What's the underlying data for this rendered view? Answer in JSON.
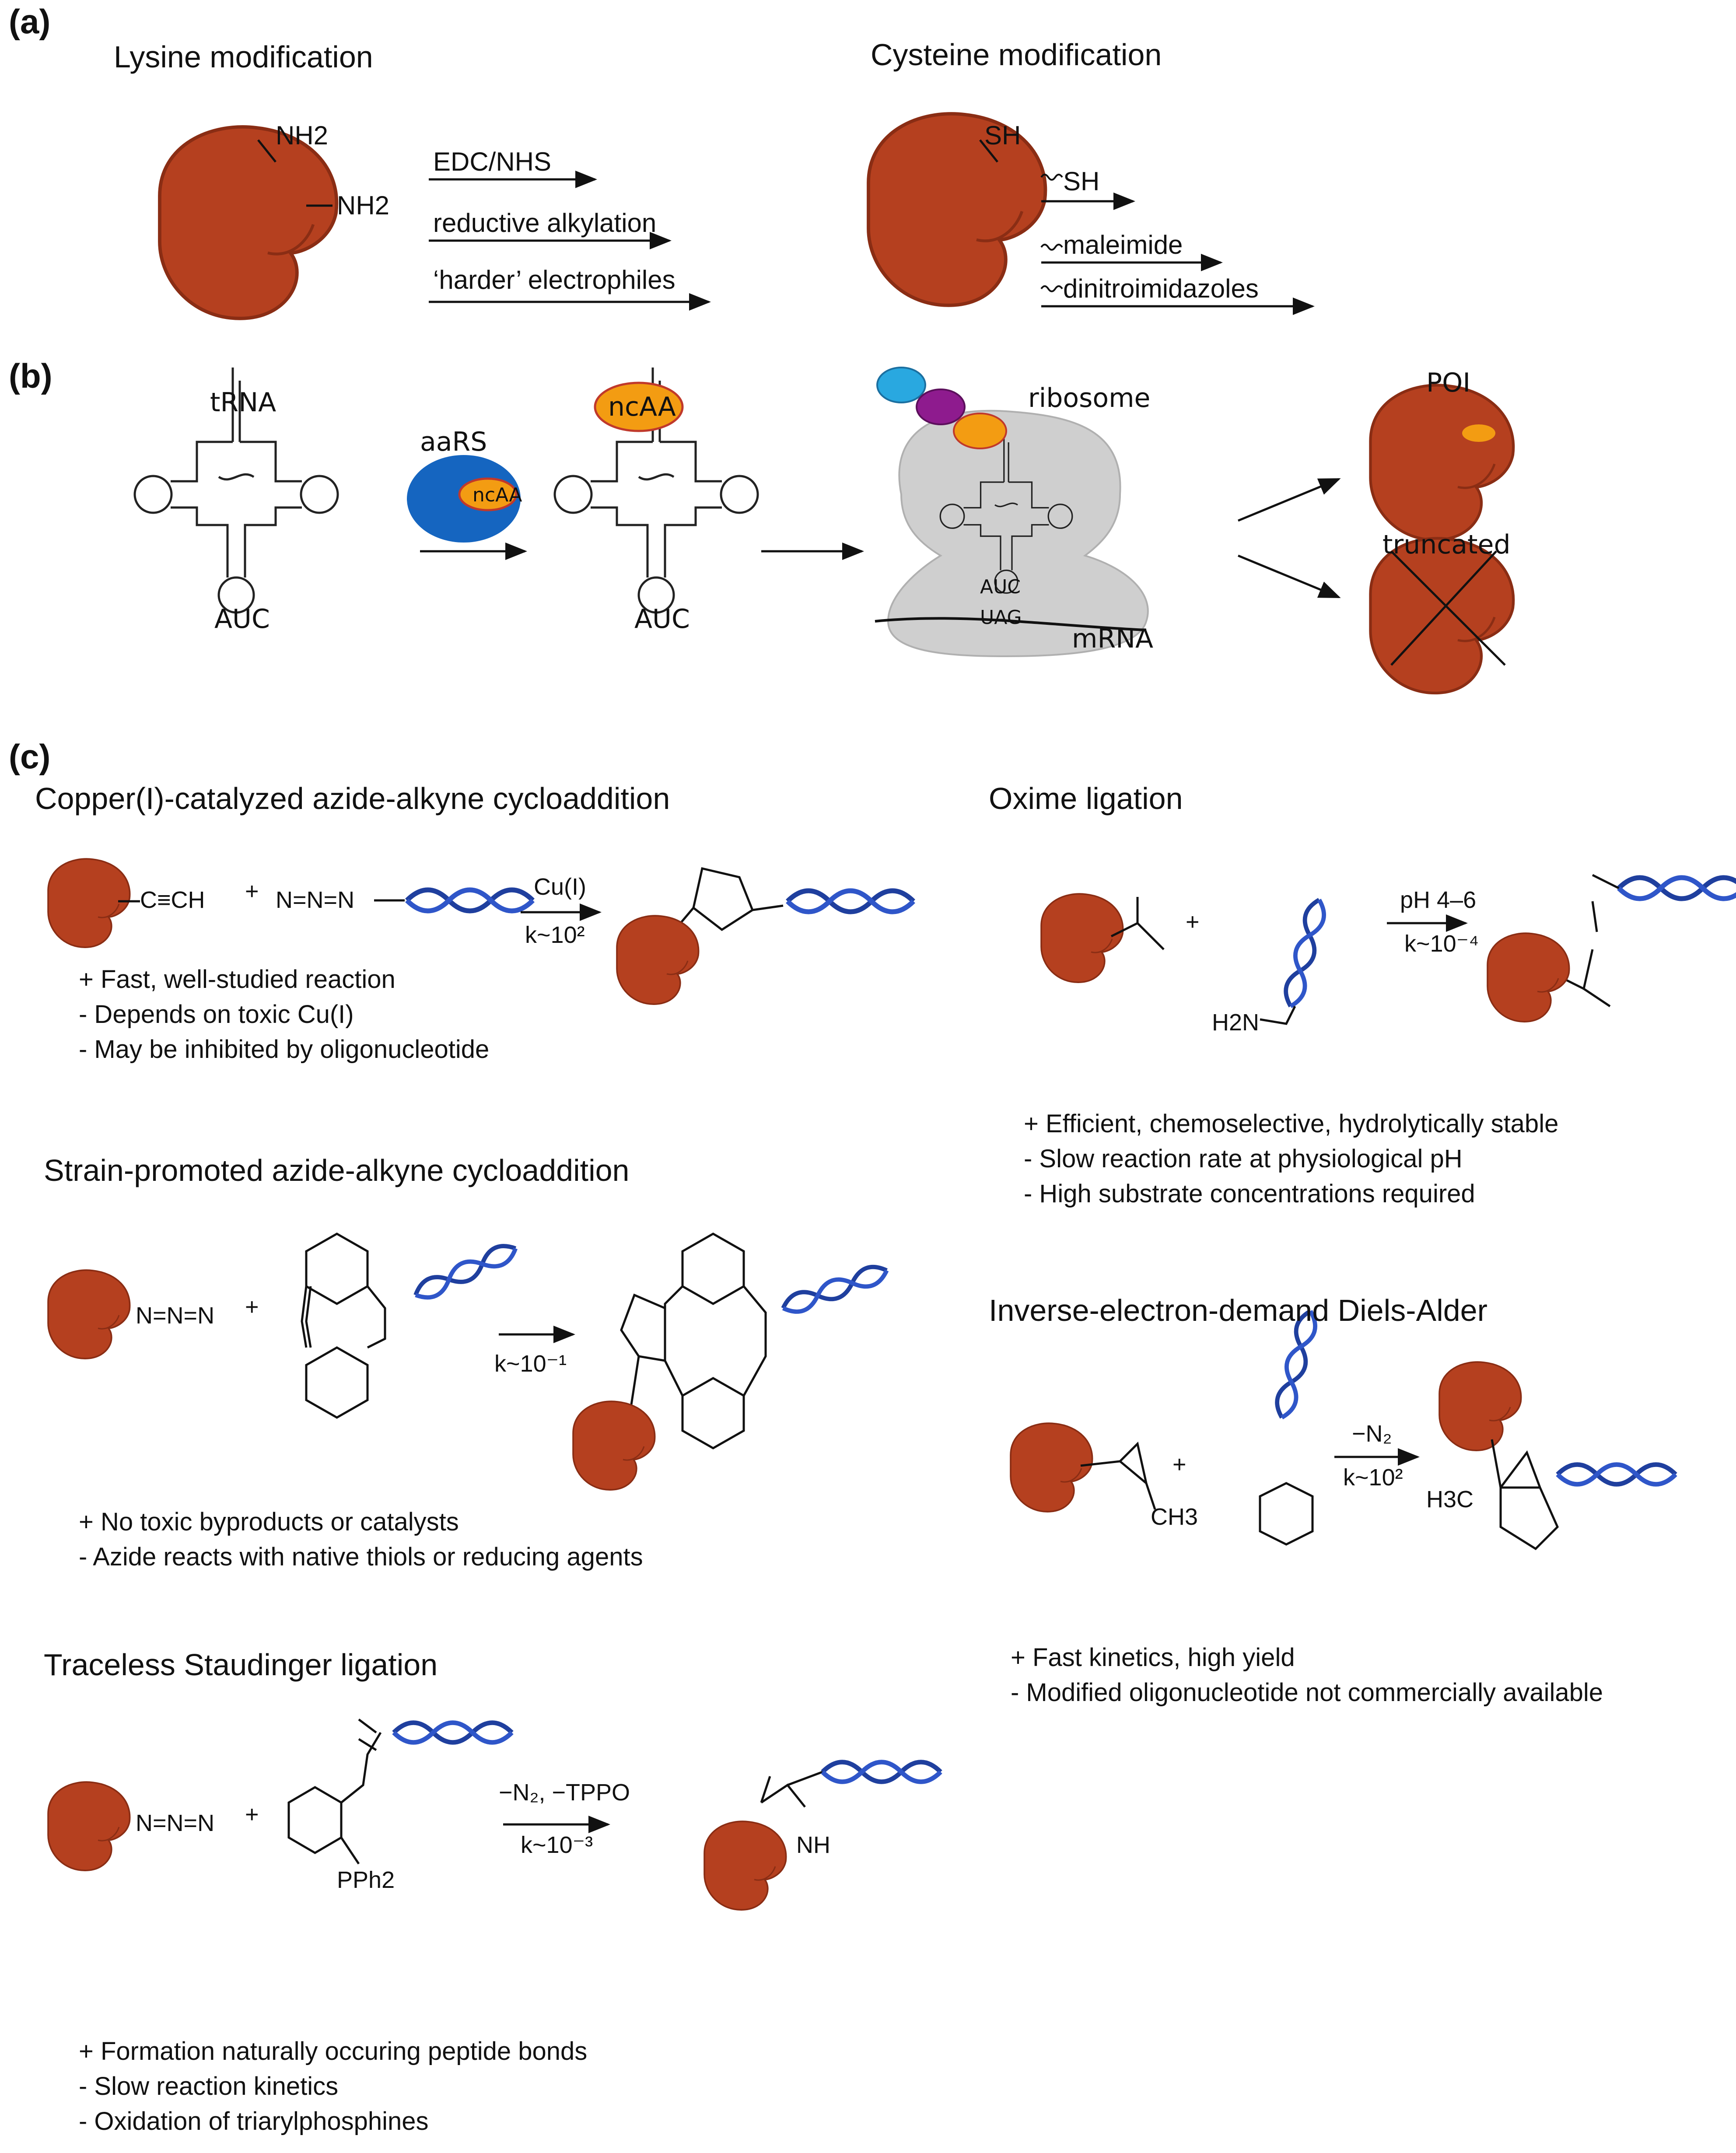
{
  "panels": {
    "a": "(a)",
    "b": "(b)",
    "c": "(c)"
  },
  "panel_a": {
    "lysine_title": "Lysine modification",
    "lysine_groups": [
      "NH2",
      "NH2"
    ],
    "lysine_reagents": [
      "EDC/NHS",
      "reductive alkylation",
      "‘harder’ electrophiles"
    ],
    "cysteine_title": "Cysteine modification",
    "cysteine_group": "SH",
    "cysteine_reagents": [
      "SH",
      "maleimide",
      "dinitroimidazoles"
    ]
  },
  "panel_b": {
    "trna": "tRNA",
    "anticodon": "AUC",
    "aars": "aaRS",
    "ncaa": "ncAA",
    "ribosome": "ribosome",
    "codon": "UAG",
    "mrna": "mRNA",
    "poi": "POI",
    "truncated": "truncated"
  },
  "panel_c": {
    "cuaac": {
      "title": "Copper(I)-catalyzed azide-alkyne cycloaddition",
      "alkyne": "C≡CH",
      "azide": "N=N=N",
      "plus": "+",
      "condition": "Cu(I)",
      "rate": "k~10²",
      "pros_cons": [
        "+ Fast, well-studied reaction",
        "-  Depends on toxic Cu(I)",
        "-  May be inhibited by oligonucleotide"
      ]
    },
    "oxime": {
      "title": "Oxime ligation",
      "condition": "pH 4–6",
      "rate": "k~10⁻⁴",
      "h2n": "H2N",
      "pros_cons": [
        "+ Efficient, chemoselective, hydrolytically stable",
        "-  Slow reaction rate at physiological pH",
        "-  High substrate concentrations required"
      ]
    },
    "spaac": {
      "title": "Strain-promoted azide-alkyne cycloaddition",
      "rate": "k~10⁻¹",
      "pros_cons": [
        "+ No toxic byproducts or catalysts",
        "-  Azide reacts with native thiols or reducing agents"
      ]
    },
    "iedda": {
      "title": "Inverse-electron-demand Diels-Alder",
      "condition": "−N₂",
      "rate": "k~10²",
      "ch3": "CH3",
      "h3c": "H3C",
      "pros_cons": [
        "+ Fast kinetics, high yield",
        "-  Modified oligonucleotide not commercially available"
      ]
    },
    "staudinger": {
      "title": "Traceless Staudinger ligation",
      "condition": "−N₂, −TPPO",
      "rate": "k~10⁻³",
      "pph2": "PPh2",
      "nh": "NH",
      "pros_cons": [
        "+ Formation naturally occuring peptide bonds",
        "-  Slow reaction kinetics",
        "-  Oxidation of triarylphosphines"
      ]
    }
  },
  "colors": {
    "protein": "#b5401f",
    "protein_dark": "#8a2d14",
    "dna": "#1f3f9e",
    "aars": "#1565c0",
    "ncaa": "#f39c12",
    "ribosome": "#cfcfcf",
    "bead_blue": "#29a8e0",
    "bead_purple": "#8e1b8e"
  }
}
